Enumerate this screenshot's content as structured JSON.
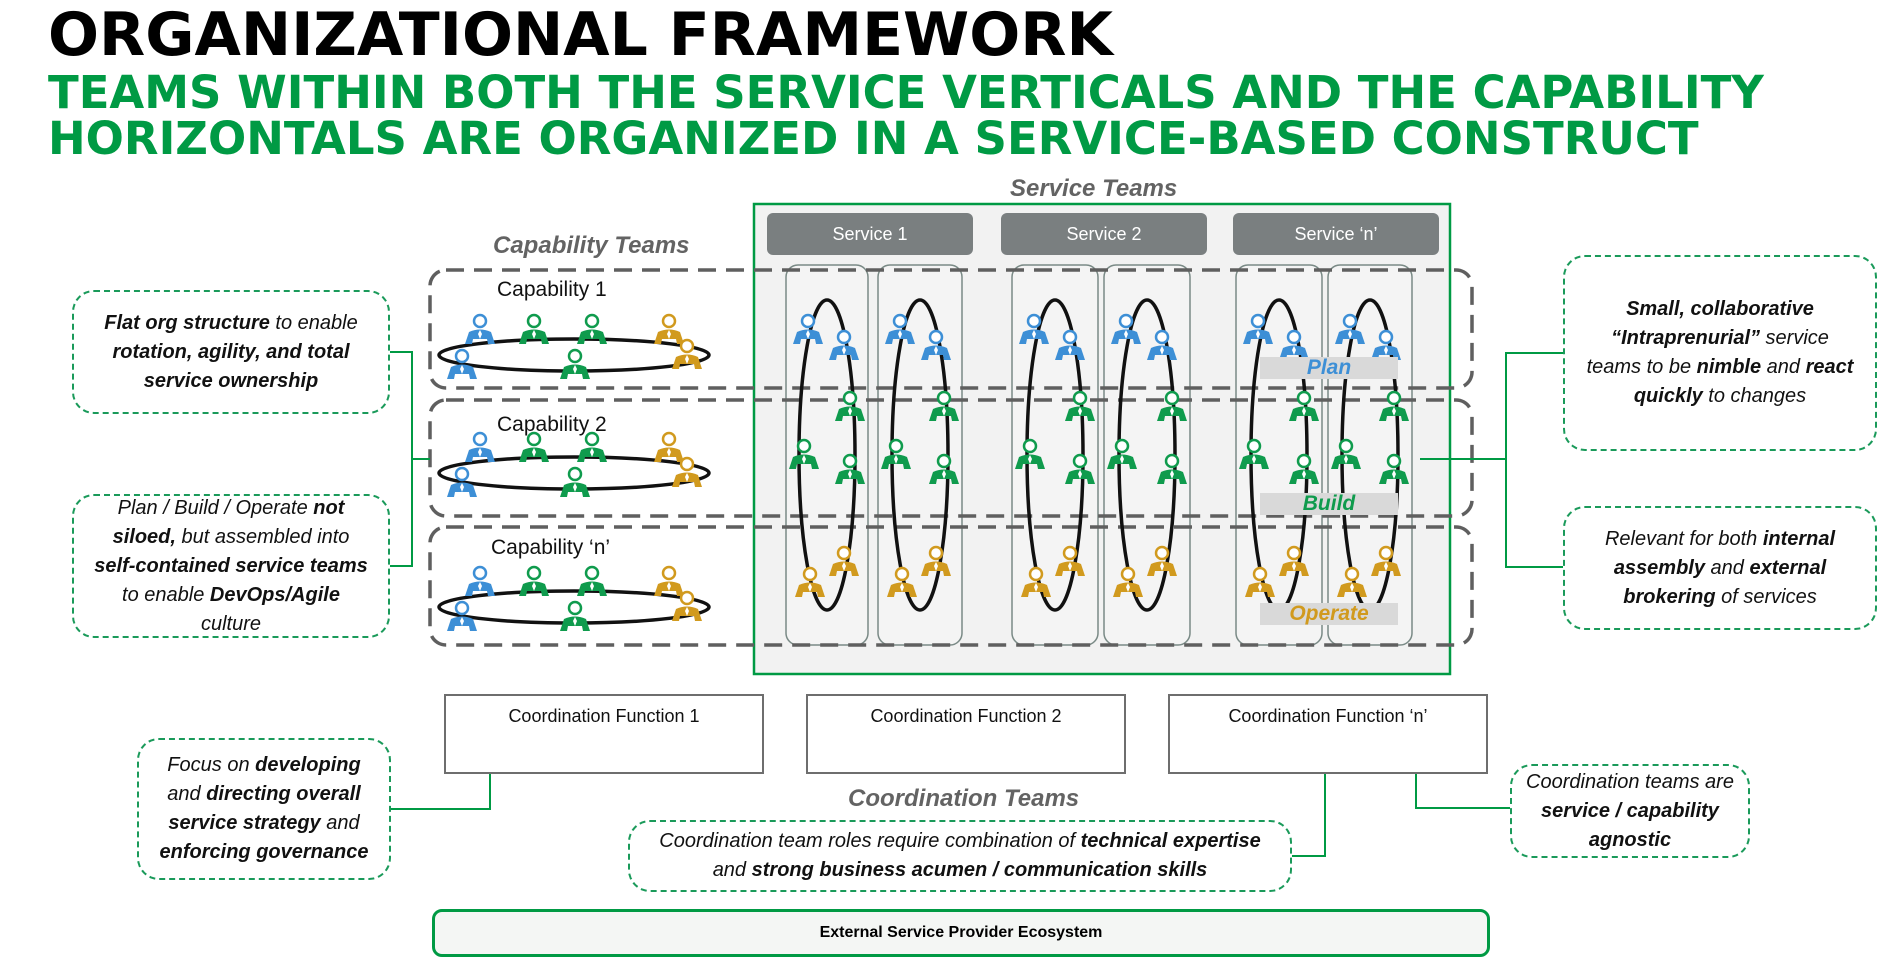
{
  "title": "ORGANIZATIONAL FRAMEWORK",
  "subtitle": "TEAMS WITHIN BOTH THE SERVICE VERTICALS AND THE CAPABILITY HORIZONTALS ARE ORGANIZED IN A SERVICE-BASED CONSTRUCT",
  "labels": {
    "service_teams": "Service Teams",
    "capability_teams": "Capability Teams",
    "coordination_teams": "Coordination Teams",
    "external": "External Service Provider Ecosystem"
  },
  "services": [
    "Service 1",
    "Service 2",
    "Service ‘n’"
  ],
  "capabilities": [
    "Capability 1",
    "Capability 2",
    "Capability ‘n’"
  ],
  "phases": [
    "Plan",
    "Build",
    "Operate"
  ],
  "coordination": [
    "Coordination Function 1",
    "Coordination Function 2",
    "Coordination Function ‘n’"
  ],
  "callouts": {
    "flat_org": [
      [
        {
          "t": "Flat org structure",
          "b": true
        },
        {
          "t": " to enable "
        }
      ],
      [
        {
          "t": "rotation, agility, and total",
          "b": true
        }
      ],
      [
        {
          "t": "service ownership",
          "b": true
        }
      ]
    ],
    "plan_build": [
      [
        {
          "t": "Plan / Build / Operate "
        },
        {
          "t": "not",
          "b": true
        }
      ],
      [
        {
          "t": "siloed,",
          "b": true
        },
        {
          "t": " but assembled into"
        }
      ],
      [
        {
          "t": "self-contained service teams",
          "b": true
        }
      ],
      [
        {
          "t": "to enable "
        },
        {
          "t": "DevOps/Agile",
          "b": true
        }
      ],
      [
        {
          "t": "culture"
        }
      ]
    ],
    "small_collab": [
      [
        {
          "t": "Small, collaborative",
          "b": true
        }
      ],
      [
        {
          "t": "“Intraprenurial”",
          "b": true
        },
        {
          "t": " service"
        }
      ],
      [
        {
          "t": "teams to be "
        },
        {
          "t": "nimble",
          "b": true
        },
        {
          "t": " and "
        },
        {
          "t": "react",
          "b": true
        }
      ],
      [
        {
          "t": "quickly",
          "b": true
        },
        {
          "t": " to changes"
        }
      ]
    ],
    "relevant": [
      [
        {
          "t": "Relevant for both "
        },
        {
          "t": "internal",
          "b": true
        }
      ],
      [
        {
          "t": "assembly",
          "b": true
        },
        {
          "t": " and "
        },
        {
          "t": "external",
          "b": true
        }
      ],
      [
        {
          "t": "brokering",
          "b": true
        },
        {
          "t": " of services"
        }
      ]
    ],
    "focus": [
      [
        {
          "t": "Focus on "
        },
        {
          "t": "developing",
          "b": true
        }
      ],
      [
        {
          "t": "and "
        },
        {
          "t": "directing overall",
          "b": true
        }
      ],
      [
        {
          "t": "service strategy",
          "b": true
        },
        {
          "t": " and"
        }
      ],
      [
        {
          "t": "enforcing governance",
          "b": true
        }
      ]
    ],
    "coord_roles": [
      [
        {
          "t": "Coordination team roles require combination of "
        },
        {
          "t": "technical expertise",
          "b": true
        }
      ],
      [
        {
          "t": "and "
        },
        {
          "t": "strong business acumen / communication skills",
          "b": true
        }
      ]
    ],
    "agnostic": [
      [
        {
          "t": "Coordination teams are"
        }
      ],
      [
        {
          "t": "service / capability",
          "b": true
        }
      ],
      [
        {
          "t": "agnostic",
          "b": true
        }
      ]
    ]
  },
  "colors": {
    "green": "#009a44",
    "plan": "#3d8fd6",
    "build": "#0f9b4d",
    "operate": "#d19a1e",
    "coordinator": "#333333",
    "header_gray": "#7a7f80",
    "service_bg": "#f2f2f2"
  },
  "icons": {
    "person": "person-icon"
  }
}
